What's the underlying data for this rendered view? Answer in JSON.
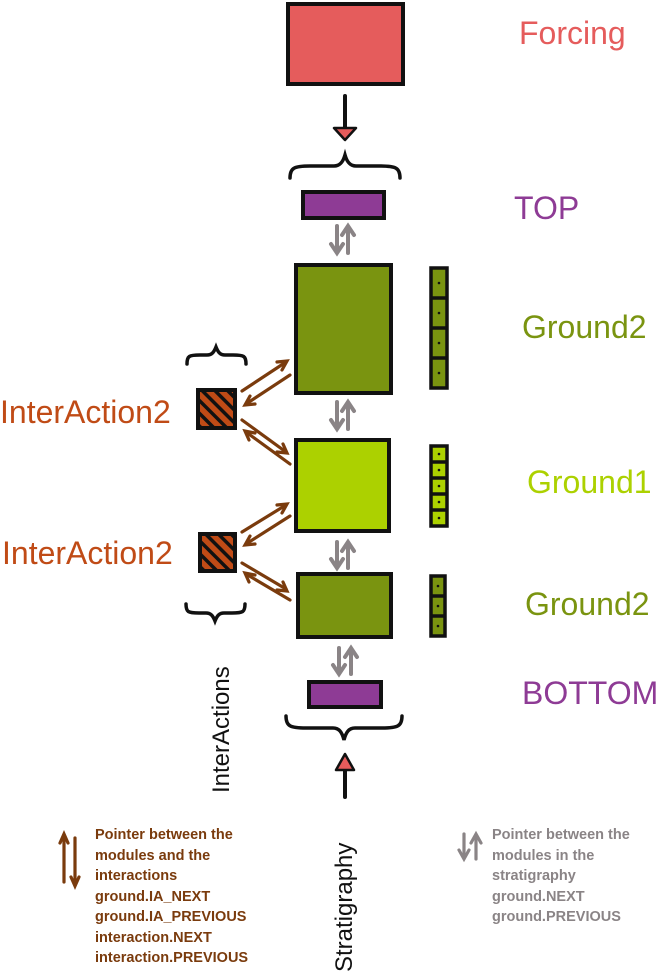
{
  "colors": {
    "forcing": "#e55c5c",
    "boundary": "#8e3b95",
    "ground2": "#7a9410",
    "ground1": "#acd100",
    "interaction": "#c04b16",
    "interaction_arrow": "#7a3b0d",
    "stratigraphy_arrow": "#8a8486",
    "pointer_head": "#e55c5c",
    "ink": "#111111"
  },
  "labels": {
    "forcing": "Forcing",
    "top": "TOP",
    "ground_upper": "Ground2",
    "ground_middle": "Ground1",
    "ground_lower": "Ground2",
    "bottom": "BOTTOM",
    "interaction_upper": "InterAction2",
    "interaction_lower": "InterAction2",
    "interactions_axis": "InterActions",
    "stratigraphy_axis": "Stratigraphy"
  },
  "legend_interactions": {
    "icon": "double-arrow-brown-icon",
    "lines": [
      "Pointer between the",
      "modules and the",
      "interactions",
      "ground.IA_NEXT",
      "ground.IA_PREVIOUS",
      "interaction.NEXT",
      "interaction.PREVIOUS"
    ]
  },
  "legend_stratigraphy": {
    "icon": "double-arrow-gray-icon",
    "lines": [
      "Pointer between the",
      "modules in the",
      "stratigraphy",
      "ground.NEXT",
      "ground.PREVIOUS"
    ]
  }
}
